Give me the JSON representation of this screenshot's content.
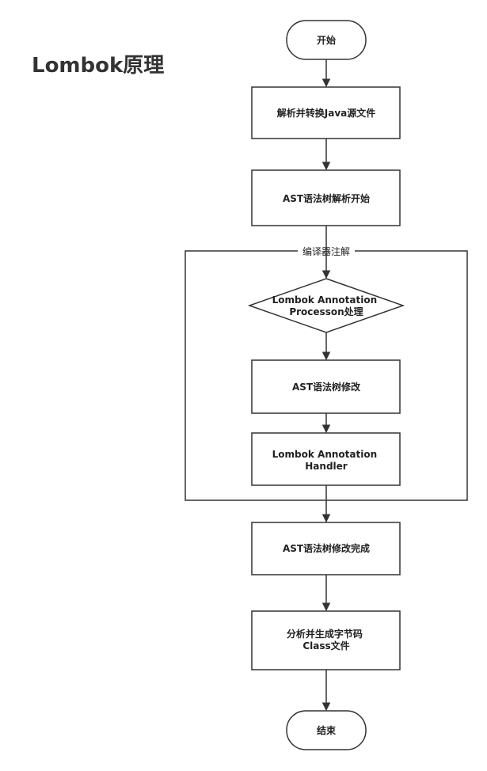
{
  "title": "Lombok原理",
  "nodes": {
    "start": [
      "开始"
    ],
    "parse_java": [
      "解析并转换Java源文件"
    ],
    "ast_parse_start": [
      "AST语法树解析开始"
    ],
    "annotation_processor": [
      "Lombok Annotation",
      "Processon处理"
    ],
    "ast_modify": [
      "AST语法树修改"
    ],
    "annotation_handler": [
      "Lombok Annotation",
      "Handler"
    ],
    "ast_modify_done": [
      "AST语法树修改完成"
    ],
    "generate_bytecode": [
      "分析并生成字节码",
      "Class文件"
    ],
    "end": [
      "结束"
    ]
  },
  "group": {
    "label": "编译器注解"
  },
  "colors": {
    "stroke": "#333333",
    "fill": "#ffffff",
    "text": "#222222"
  }
}
